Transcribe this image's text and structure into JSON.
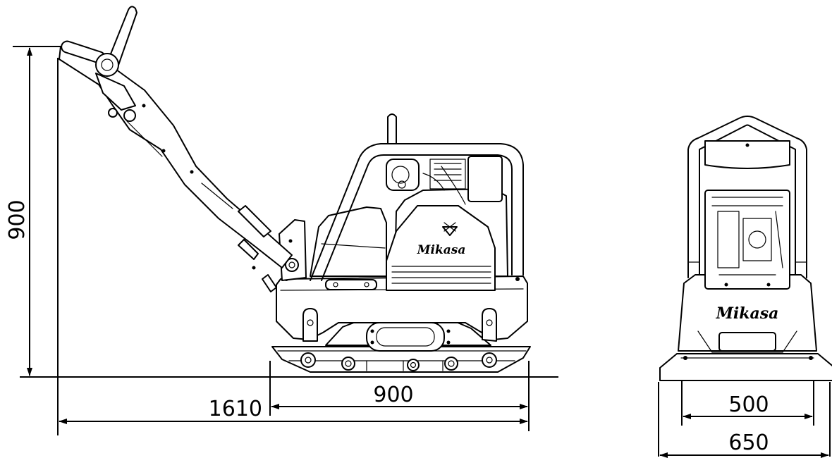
{
  "dimensions": {
    "height": "900",
    "base_length": "900",
    "total_length": "1610",
    "plate_width": "500",
    "total_width": "650"
  },
  "branding": {
    "logo_side": "Mikasa",
    "logo_front": "Mikasa"
  }
}
